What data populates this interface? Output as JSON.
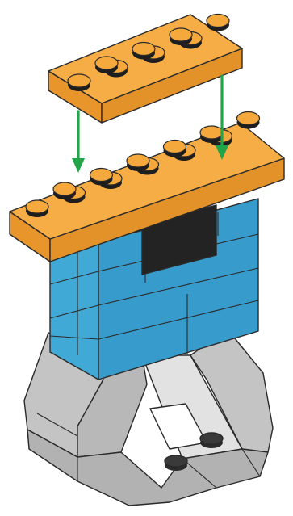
{
  "diagram": {
    "kind": "assembly-instruction-step",
    "parts": [
      {
        "id": "plate-top",
        "icon": "plate-2x6-icon",
        "color_name": "orange"
      },
      {
        "id": "plate-base",
        "icon": "plate-2x6-icon",
        "color_name": "orange"
      },
      {
        "id": "tower-body",
        "icon": "brick-stack-icon",
        "color_name": "blue"
      },
      {
        "id": "window",
        "icon": "window-opening-icon",
        "color_name": "black"
      },
      {
        "id": "base-legs",
        "icon": "slope-legs-icon",
        "color_name": "gray"
      }
    ],
    "arrows": [
      {
        "id": "arrow-left",
        "icon": "down-arrow-icon",
        "from": "plate-top",
        "to": "plate-base"
      },
      {
        "id": "arrow-right",
        "icon": "down-arrow-icon",
        "from": "plate-top",
        "to": "plate-base"
      }
    ]
  },
  "colors": {
    "orange_top": "#f7ad45",
    "orange_side": "#e8952c",
    "orange_stud": "#f5a93c",
    "blue_front": "#41a9d5",
    "blue_side": "#379ccb",
    "gray_front": "#c4c4c4",
    "gray_side": "#b2b2b2",
    "gray_floor": "#e2e2e2",
    "black_window": "#232323",
    "arrow": "#21a548",
    "outline": "#2a2a2a",
    "stud_hole": "#9a5d14"
  }
}
